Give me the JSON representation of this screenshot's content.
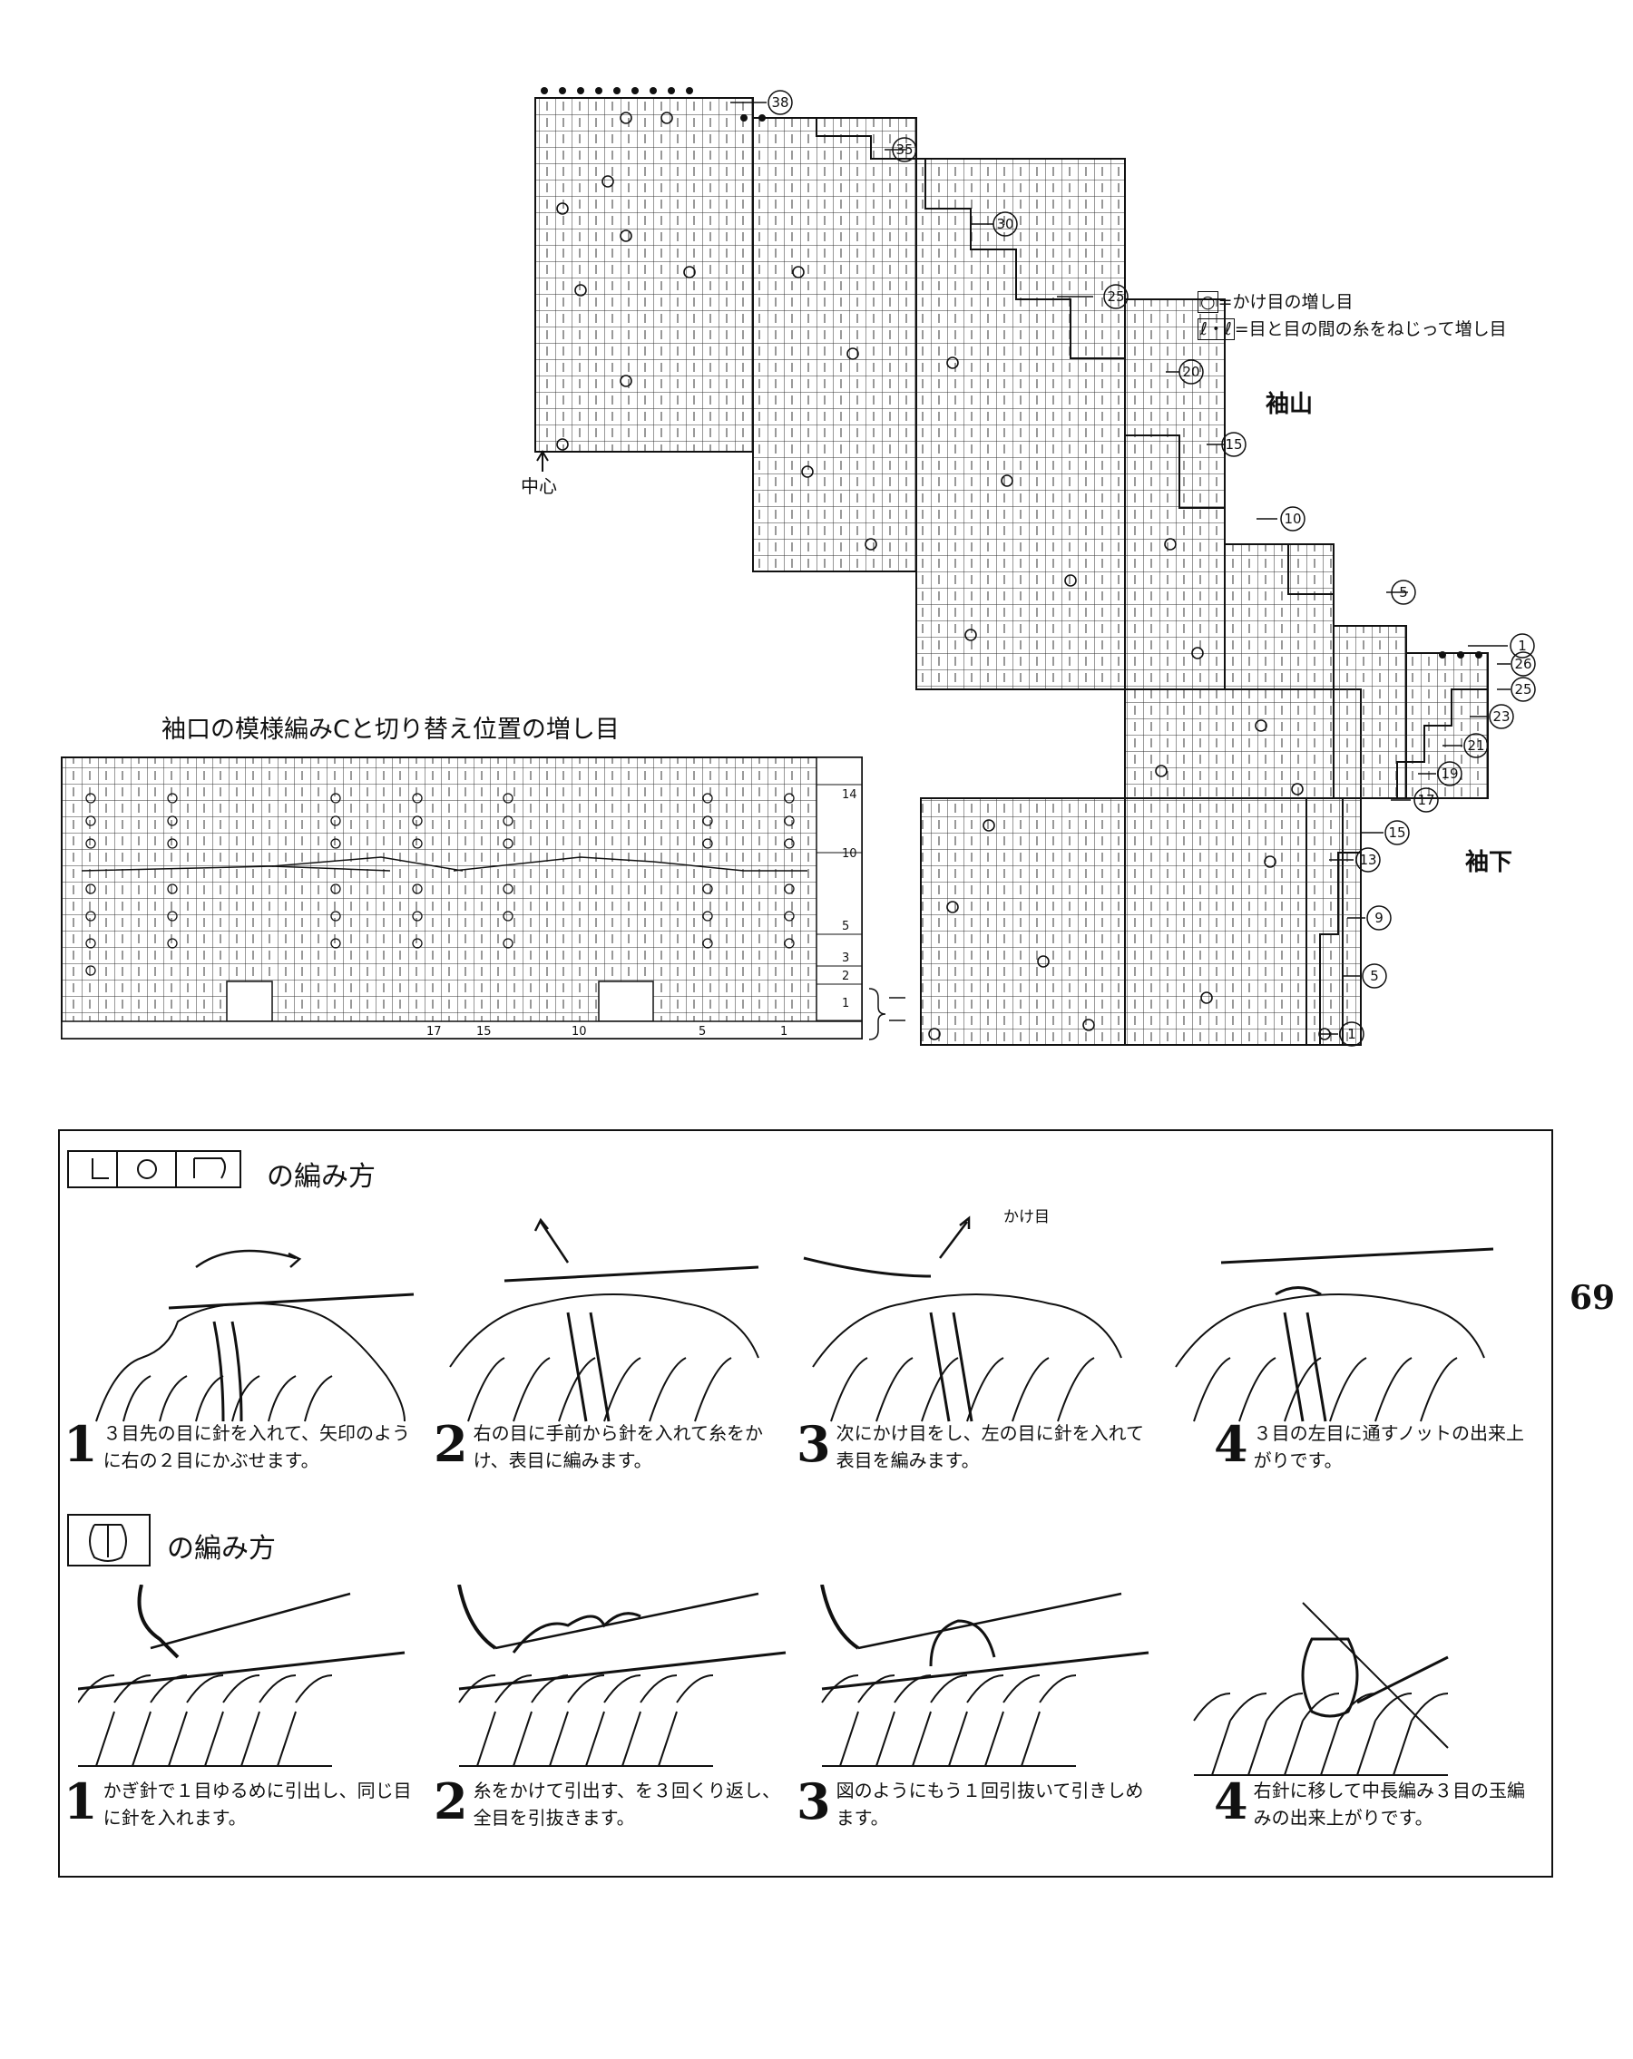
{
  "page_number": "69",
  "chart_upper": {
    "label_center": "中心",
    "label_sleeve_cap": "袖山",
    "label_underarm": "袖下",
    "row_markers": [
      "38",
      "35",
      "30",
      "25",
      "20",
      "15",
      "10",
      "5",
      "1",
      "26",
      "25",
      "23",
      "21",
      "19",
      "17",
      "15",
      "13",
      "9",
      "5",
      "1"
    ],
    "legend": [
      {
        "symbol": "○",
        "text": "=かけ目の増し目"
      },
      {
        "symbol": "ℓ・ℓ",
        "text": "=目と目の間の糸をねじって増し目"
      }
    ]
  },
  "chart_left": {
    "title": "袖口の模様編みCと切り替え位置の増し目",
    "right_row_numbers": [
      "14",
      "10",
      "5",
      "3",
      "2",
      "1"
    ],
    "bottom_numbers": [
      "17",
      "15",
      "10",
      "5",
      "1"
    ]
  },
  "howto": {
    "section1": {
      "title": "の編み方",
      "steps": [
        {
          "num": "1",
          "text": "３目先の目に針を入れて、矢印のように右の２目にかぶせます。"
        },
        {
          "num": "2",
          "text": "右の目に手前から針を入れて糸をかけ、表目に編みます。"
        },
        {
          "num": "3",
          "text": "次にかけ目をし、左の目に針を入れて表目を編みます。",
          "annotation": "かけ目"
        },
        {
          "num": "4",
          "text": "３目の左目に通すノットの出来上がりです。"
        }
      ]
    },
    "section2": {
      "title": "の編み方",
      "steps": [
        {
          "num": "1",
          "text": "かぎ針で１目ゆるめに引出し、同じ目に針を入れます。"
        },
        {
          "num": "2",
          "text": "糸をかけて引出す、を３回くり返し、全目を引抜きます。"
        },
        {
          "num": "3",
          "text": "図のようにもう１回引抜いて引きしめます。"
        },
        {
          "num": "4",
          "text": "右針に移して中長編み３目の玉編みの出来上がりです。"
        }
      ]
    }
  }
}
